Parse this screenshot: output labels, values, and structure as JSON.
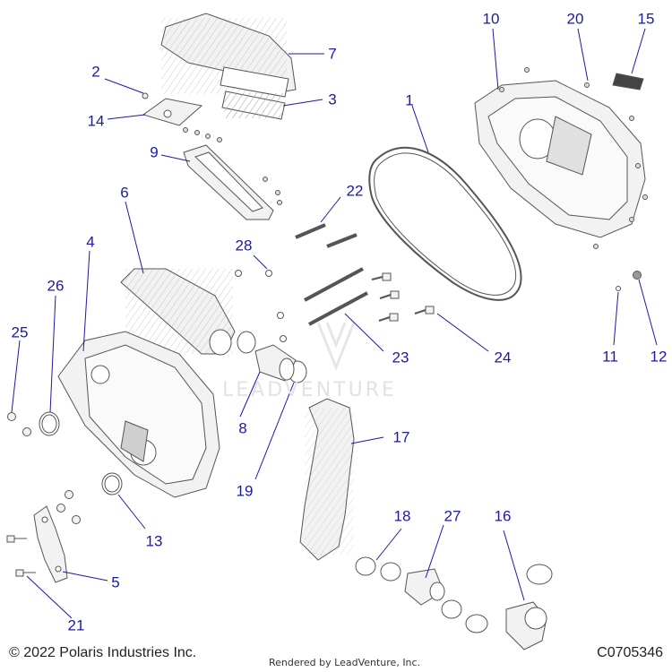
{
  "callouts": [
    "1",
    "2",
    "3",
    "4",
    "5",
    "6",
    "7",
    "8",
    "9",
    "10",
    "11",
    "12",
    "13",
    "14",
    "15",
    "16",
    "17",
    "18",
    "19",
    "20",
    "21",
    "22",
    "23",
    "24",
    "25",
    "26",
    "27",
    "28"
  ],
  "footer": {
    "copyright": "© 2022 Polaris Industries Inc.",
    "rendered_by": "Rendered by LeadVenture, Inc.",
    "part_code": "C0705346"
  },
  "watermark": "LEADVENTURE",
  "colors": {
    "callout": "#1a1aa6",
    "linework": "#555555",
    "part_fill": "#f2f2f2"
  }
}
